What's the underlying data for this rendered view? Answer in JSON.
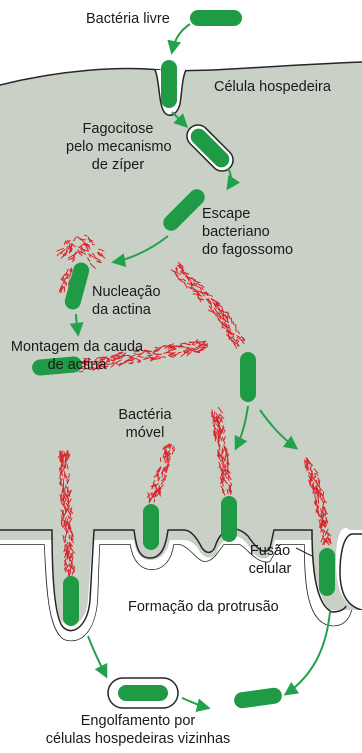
{
  "colors": {
    "host_cell": "#c9d1c7",
    "host_outline": "#262626",
    "bacterium": "#1f9a45",
    "actin": "#d8242c",
    "arrow": "#22a24c",
    "text": "#1a1a1a"
  },
  "labels": {
    "free_bacterium": "Bactéria livre",
    "host_cell": "Célula hospedeira",
    "phagocytosis": [
      "Fagocitose",
      "pelo mecanismo",
      "de zíper"
    ],
    "escape": [
      "Escape",
      "bacteriano",
      "do fagossomo"
    ],
    "nucleation": [
      "Nucleação",
      "da actina"
    ],
    "tail_assembly": [
      "Montagem da cauda",
      "de actina"
    ],
    "motile": [
      "Bactéria",
      "móvel"
    ],
    "fusion": [
      "Fusão",
      "celular"
    ],
    "protrusion": "Formação da protrusão",
    "engulfment": [
      "Engolfamento por",
      "células hospedeiras vizinhas"
    ]
  }
}
